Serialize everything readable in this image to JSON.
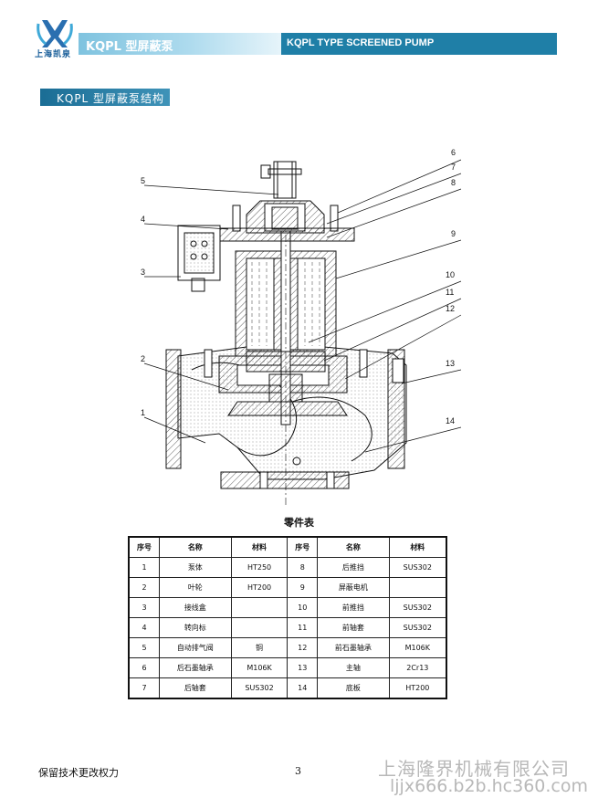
{
  "header": {
    "logo_text": "上海凯泉",
    "title_cn": "KQPL 型屏蔽泵",
    "title_en": "KQPL TYPE SCREENED PUMP"
  },
  "section": {
    "title": "KQPL 型屏蔽泵结构"
  },
  "drawing": {
    "callouts": [
      "1",
      "2",
      "3",
      "4",
      "5",
      "6",
      "7",
      "8",
      "9",
      "10",
      "11",
      "12",
      "13",
      "14"
    ]
  },
  "parts_table": {
    "title": "零件表",
    "headers": [
      "序号",
      "名称",
      "材料",
      "序号",
      "名称",
      "材料"
    ],
    "rows": [
      [
        "1",
        "泵体",
        "HT250",
        "8",
        "后推挡",
        "SUS302"
      ],
      [
        "2",
        "叶轮",
        "HT200",
        "9",
        "屏蔽电机",
        ""
      ],
      [
        "3",
        "接线盒",
        "",
        "10",
        "前推挡",
        "SUS302"
      ],
      [
        "4",
        "转向标",
        "",
        "11",
        "前轴套",
        "SUS302"
      ],
      [
        "5",
        "自动排气阀",
        "铜",
        "12",
        "前石墨轴承",
        "M106K"
      ],
      [
        "6",
        "后石墨轴承",
        "M106K",
        "13",
        "主轴",
        "2Cr13"
      ],
      [
        "7",
        "后轴套",
        "SUS302",
        "14",
        "底板",
        "HT200"
      ]
    ]
  },
  "footer": {
    "note": "保留技术更改权力",
    "page": "3",
    "watermark_name": "上海隆界机械有限公司",
    "watermark_url": "ljjx666.b2b.hc360.com"
  }
}
